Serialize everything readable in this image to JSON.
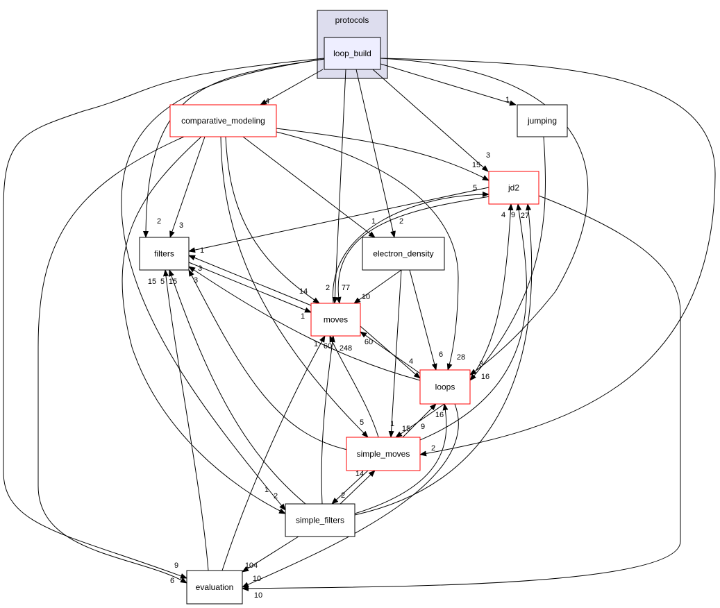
{
  "cluster": {
    "label": "protocols",
    "fill": "#ddddee"
  },
  "colors": {
    "normal_border": "#000000",
    "highlight_border": "#ff0000",
    "focus_fill": "#eeeeff"
  },
  "nodes": [
    {
      "id": "loop_build",
      "label": "loop_build",
      "style": "focus"
    },
    {
      "id": "comparative_modeling",
      "label": "comparative_modeling",
      "style": "red"
    },
    {
      "id": "jumping",
      "label": "jumping",
      "style": "normal"
    },
    {
      "id": "jd2",
      "label": "jd2",
      "style": "red"
    },
    {
      "id": "filters",
      "label": "filters",
      "style": "normal"
    },
    {
      "id": "electron_density",
      "label": "electron_density",
      "style": "normal"
    },
    {
      "id": "moves",
      "label": "moves",
      "style": "red"
    },
    {
      "id": "loops",
      "label": "loops",
      "style": "red"
    },
    {
      "id": "simple_moves",
      "label": "simple_moves",
      "style": "red"
    },
    {
      "id": "simple_filters",
      "label": "simple_filters",
      "style": "normal"
    },
    {
      "id": "evaluation",
      "label": "evaluation",
      "style": "normal"
    }
  ],
  "edges": [
    {
      "from": "loop_build",
      "to": "comparative_modeling",
      "label": "4"
    },
    {
      "from": "loop_build",
      "to": "jumping",
      "label": "1"
    },
    {
      "from": "loop_build",
      "to": "jd2",
      "label": "3"
    },
    {
      "from": "loop_build",
      "to": "filters",
      "label": "2"
    },
    {
      "from": "loop_build",
      "to": "electron_density",
      "label": "2"
    },
    {
      "from": "loop_build",
      "to": "moves",
      "label": "2"
    },
    {
      "from": "loop_build",
      "to": "loops",
      "label": "3"
    },
    {
      "from": "loop_build",
      "to": "simple_moves",
      "label": "2"
    },
    {
      "from": "loop_build",
      "to": "simple_filters",
      "label": "1"
    },
    {
      "from": "loop_build",
      "to": "evaluation",
      "label": "9"
    },
    {
      "from": "comparative_modeling",
      "to": "jd2",
      "label": "15"
    },
    {
      "from": "comparative_modeling",
      "to": "filters",
      "label": "3"
    },
    {
      "from": "comparative_modeling",
      "to": "electron_density",
      "label": "1"
    },
    {
      "from": "comparative_modeling",
      "to": "moves",
      "label": "14"
    },
    {
      "from": "comparative_modeling",
      "to": "loops",
      "label": "28"
    },
    {
      "from": "comparative_modeling",
      "to": "simple_moves",
      "label": "5"
    },
    {
      "from": "comparative_modeling",
      "to": "simple_filters",
      "label": "2"
    },
    {
      "from": "comparative_modeling",
      "to": "evaluation",
      "label": "6"
    },
    {
      "from": "jumping",
      "to": "loops",
      "label": "16"
    },
    {
      "from": "jd2",
      "to": "filters",
      "label": "1"
    },
    {
      "from": "jd2",
      "to": "moves",
      "label": "77"
    },
    {
      "from": "jd2",
      "to": "evaluation",
      "label": "10"
    },
    {
      "from": "electron_density",
      "to": "moves",
      "label": "10"
    },
    {
      "from": "electron_density",
      "to": "loops",
      "label": "6"
    },
    {
      "from": "electron_density",
      "to": "simple_moves",
      "label": "1"
    },
    {
      "from": "filters",
      "to": "moves",
      "label": "1"
    },
    {
      "from": "moves",
      "to": "filters",
      "label": "3"
    },
    {
      "from": "moves",
      "to": "jd2",
      "label": "5"
    },
    {
      "from": "moves",
      "to": "loops",
      "label": "4"
    },
    {
      "from": "loops",
      "to": "moves",
      "label": "60"
    },
    {
      "from": "loops",
      "to": "filters",
      "label": "3"
    },
    {
      "from": "loops",
      "to": "jd2",
      "label": "4"
    },
    {
      "from": "loops",
      "to": "simple_moves",
      "label": "15"
    },
    {
      "from": "loops",
      "to": "evaluation",
      "label": "10"
    },
    {
      "from": "simple_moves",
      "to": "loops",
      "label": "9"
    },
    {
      "from": "simple_moves",
      "to": "moves",
      "label": "248"
    },
    {
      "from": "simple_moves",
      "to": "filters",
      "label": "5"
    },
    {
      "from": "simple_moves",
      "to": "jd2",
      "label": "9"
    },
    {
      "from": "simple_moves",
      "to": "simple_filters",
      "label": "2"
    },
    {
      "from": "simple_filters",
      "to": "simple_moves",
      "label": "14"
    },
    {
      "from": "simple_filters",
      "to": "moves",
      "label": "60"
    },
    {
      "from": "simple_filters",
      "to": "filters",
      "label": "15"
    },
    {
      "from": "simple_filters",
      "to": "loops",
      "label": "16"
    },
    {
      "from": "simple_filters",
      "to": "jd2",
      "label": "27"
    },
    {
      "from": "simple_filters",
      "to": "evaluation",
      "label": "104"
    },
    {
      "from": "evaluation",
      "to": "moves",
      "label": "1"
    },
    {
      "from": "evaluation",
      "to": "filters",
      "label": "15"
    }
  ]
}
